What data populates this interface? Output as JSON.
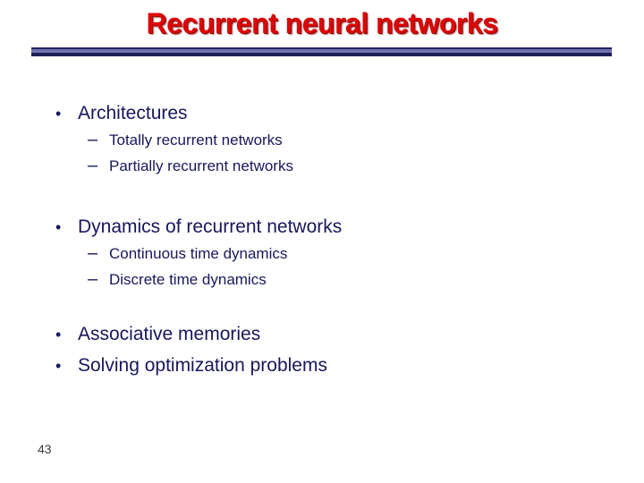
{
  "slide": {
    "title": "Recurrent neural networks",
    "page_number": "43",
    "markers": {
      "level1": "•",
      "level2": "–"
    },
    "colors": {
      "title": "#dd0606",
      "title_shadow": "#8a0f0f",
      "body_text": "#17175c",
      "rule_dark": "#24245e",
      "rule_mid": "#7272b2",
      "rule_deep": "#1f1f55",
      "page_number": "#3c3c3c",
      "background": "#ffffff"
    },
    "content_groups": [
      {
        "items": [
          {
            "level": 1,
            "text": "Architectures"
          },
          {
            "level": 2,
            "text": "Totally recurrent networks"
          },
          {
            "level": 2,
            "text": "Partially recurrent networks"
          }
        ]
      },
      {
        "items": [
          {
            "level": 1,
            "text": "Dynamics of recurrent networks"
          },
          {
            "level": 2,
            "text": "Continuous time dynamics"
          },
          {
            "level": 2,
            "text": "Discrete time dynamics"
          }
        ]
      },
      {
        "items": [
          {
            "level": 1,
            "text": "Associative memories"
          },
          {
            "level": 1,
            "text": "Solving optimization problems"
          }
        ]
      }
    ]
  }
}
